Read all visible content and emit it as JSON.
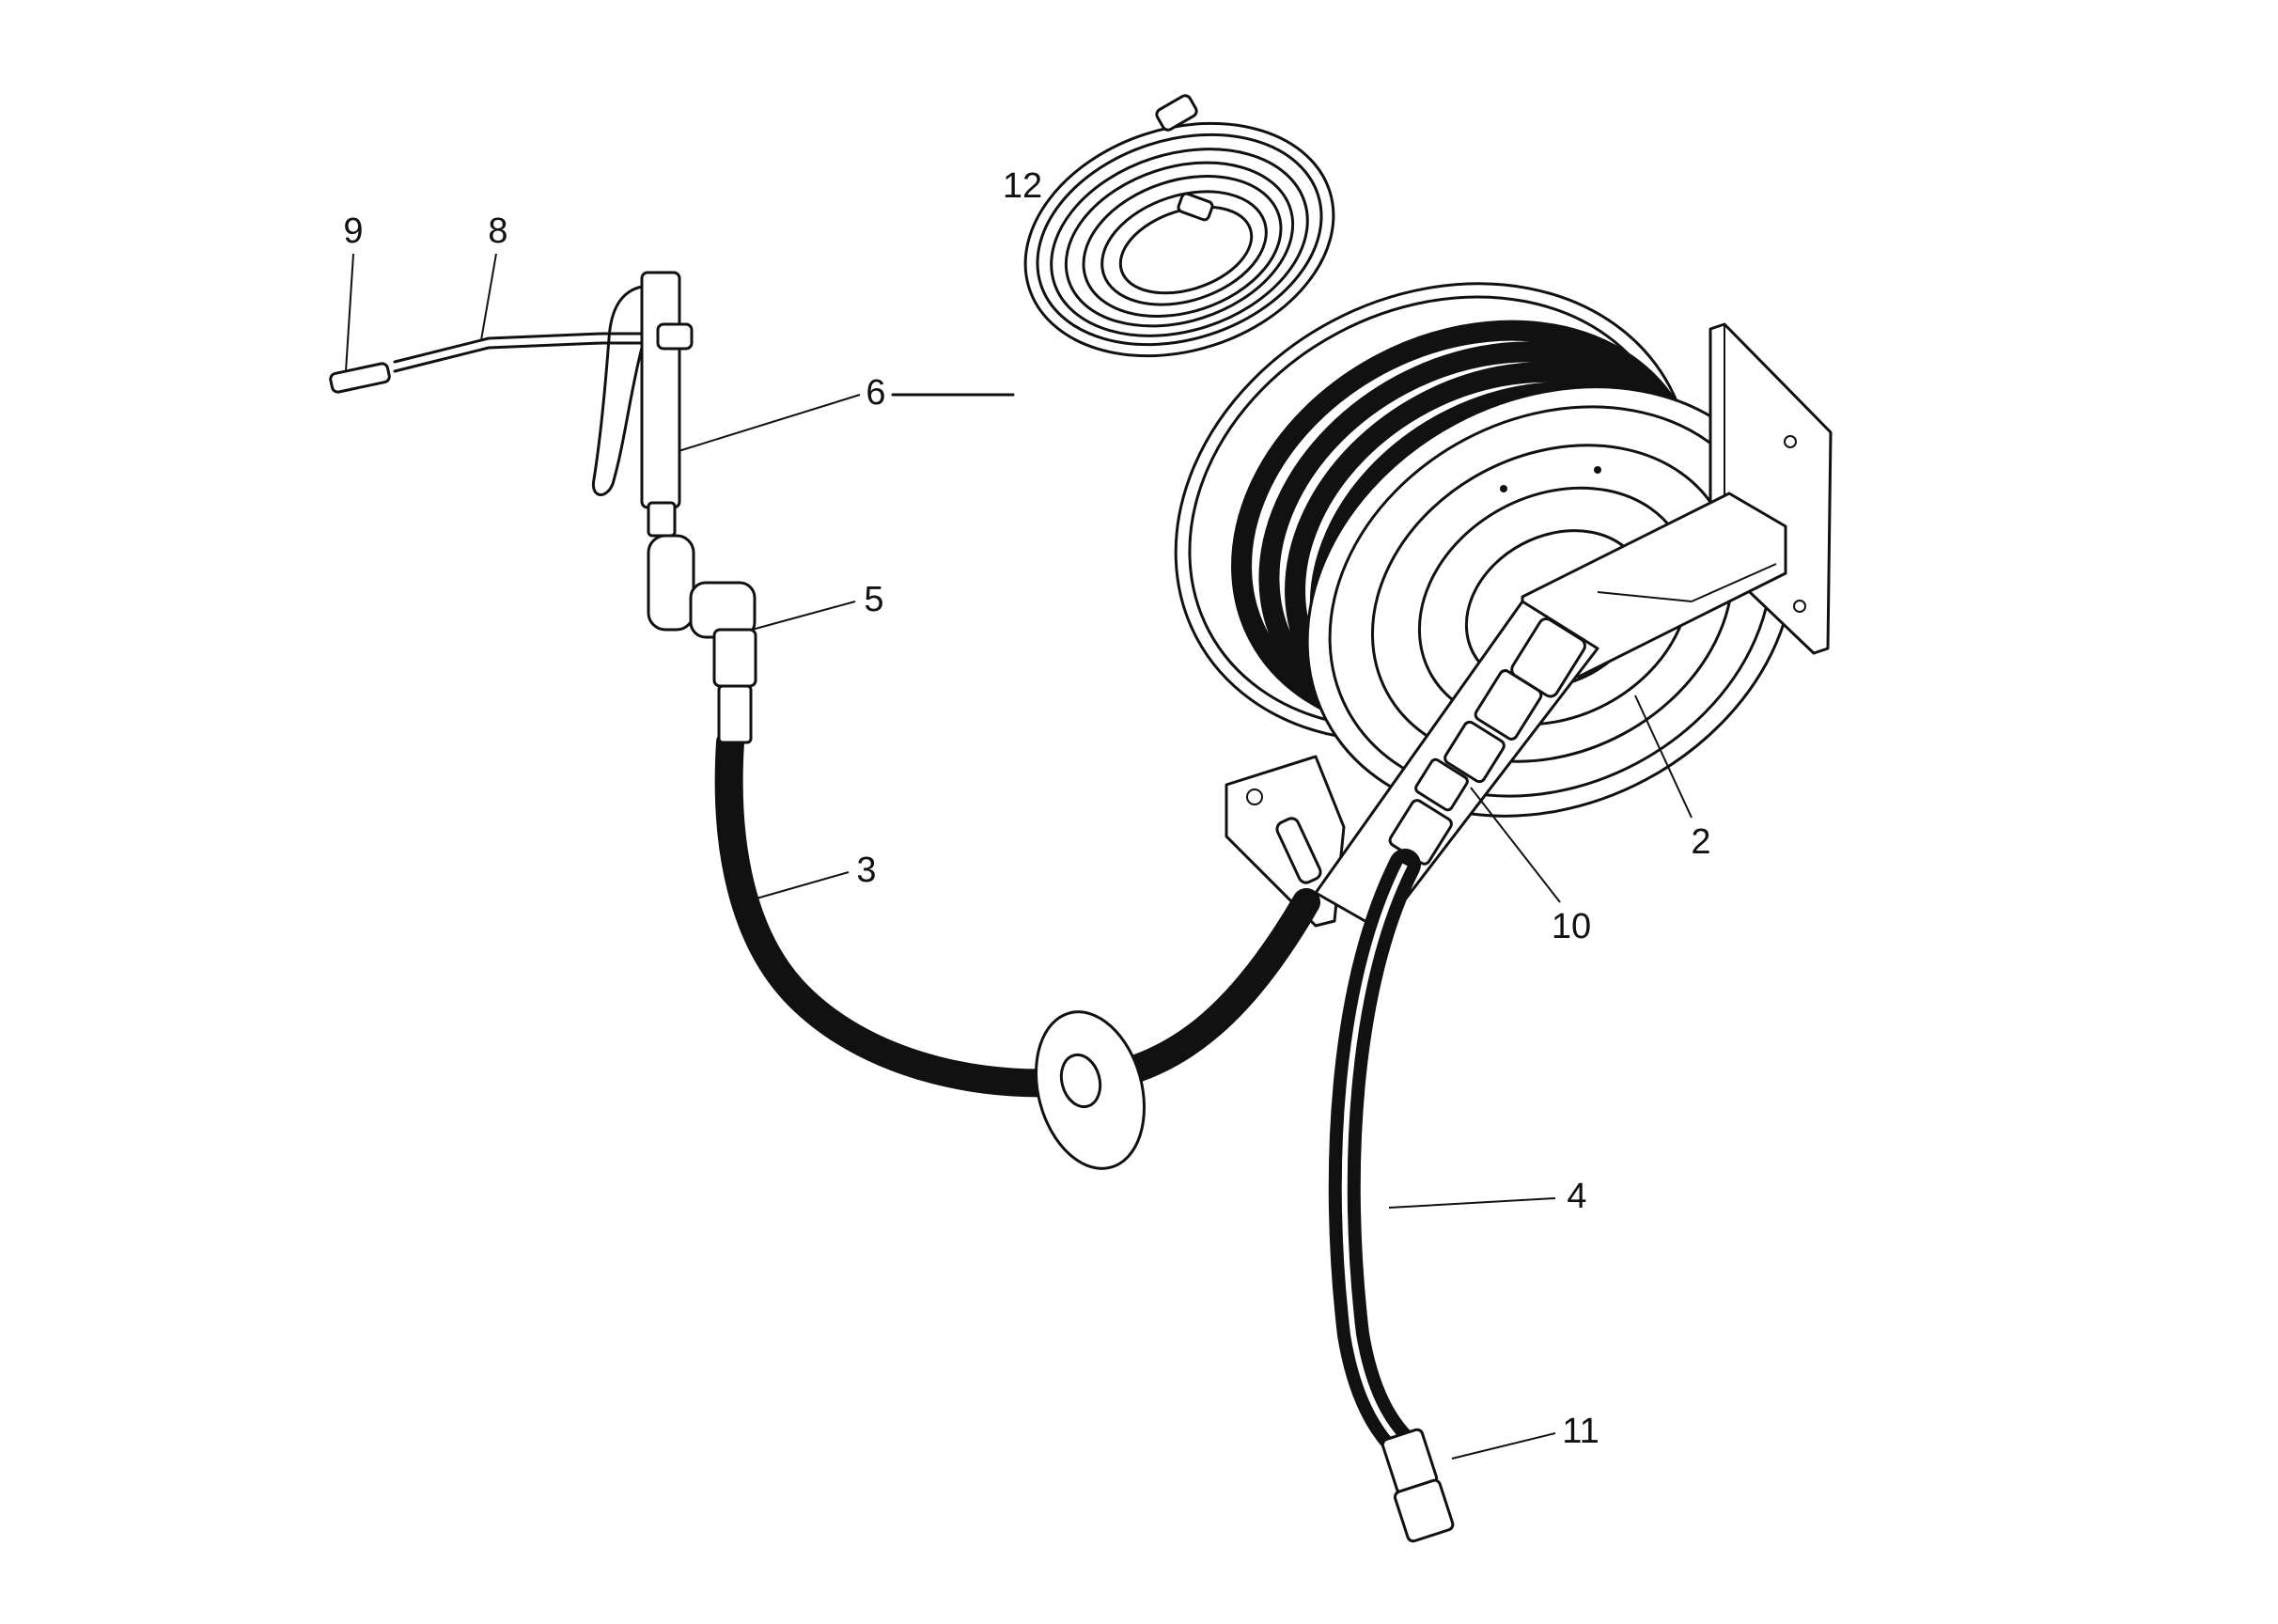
{
  "diagram": {
    "callouts": [
      {
        "id": "9",
        "label": "9"
      },
      {
        "id": "8",
        "label": "8"
      },
      {
        "id": "12",
        "label": "12"
      },
      {
        "id": "6",
        "label": "6"
      },
      {
        "id": "5",
        "label": "5"
      },
      {
        "id": "3",
        "label": "3"
      },
      {
        "id": "2",
        "label": "2"
      },
      {
        "id": "10",
        "label": "10"
      },
      {
        "id": "4",
        "label": "4"
      },
      {
        "id": "11",
        "label": "11"
      }
    ]
  }
}
